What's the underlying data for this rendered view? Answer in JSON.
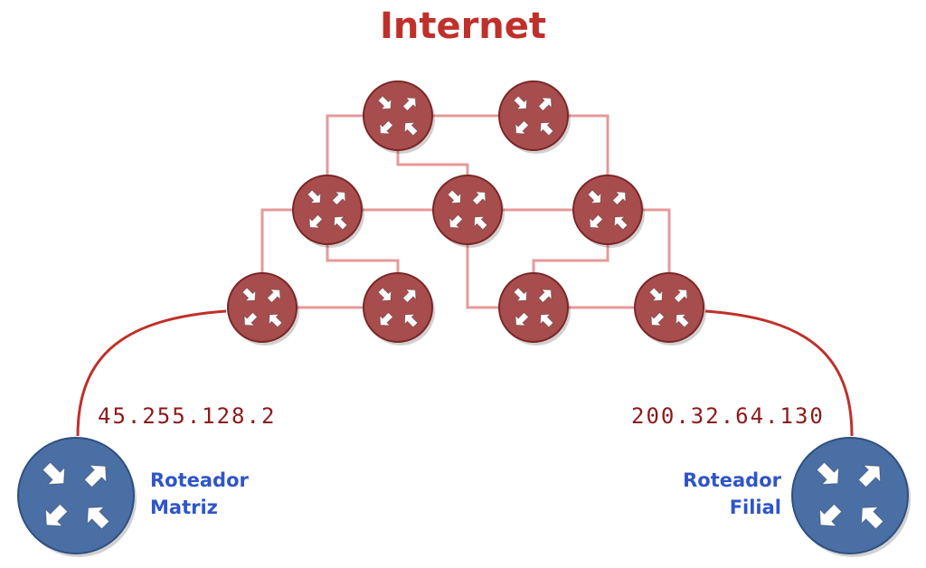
{
  "title": "Internet",
  "colors": {
    "title": "#c0302a",
    "link": "#e59a9a",
    "wan": "#c0302a",
    "internet_router": "#a84d4d",
    "internet_router_stroke": "#7a2626",
    "edge_router": "#4a6fa5",
    "edge_router_stroke": "#2f4f7f",
    "label": "#2f55c8",
    "ip": "#8b1a1a",
    "arrow": "#ffffff"
  },
  "icons": {
    "router": "router-icon"
  },
  "matriz": {
    "ip": "45.255.128.2",
    "label_line1": "Roteador",
    "label_line2": "Matriz"
  },
  "filial": {
    "ip": "200.32.64.130",
    "label_line1": "Roteador",
    "label_line2": "Filial"
  }
}
